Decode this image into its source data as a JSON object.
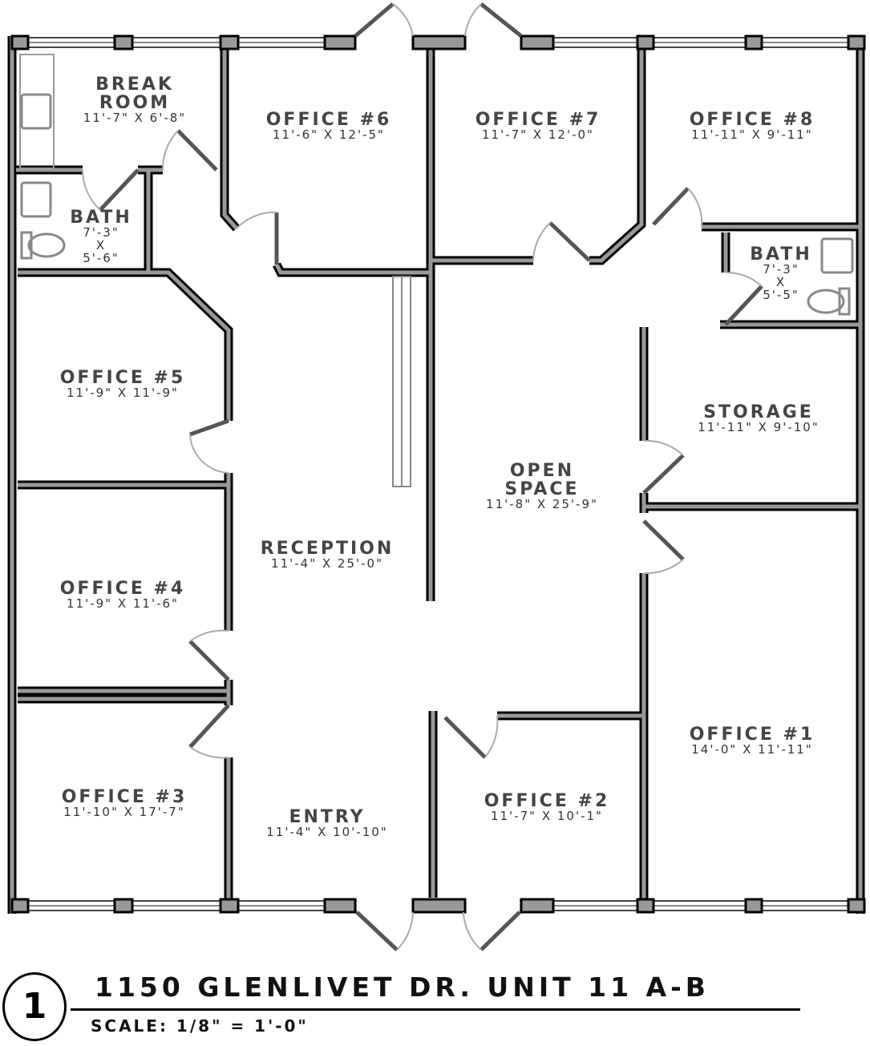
{
  "rooms": [
    {
      "id": "break-room",
      "name": "BREAK",
      "name2": "ROOM",
      "dim": "11'-7\" X 6'-8\""
    },
    {
      "id": "bath-left",
      "name": "BATH",
      "dim": "7'-3\"",
      "dim2": "X",
      "dim3": "5'-6\""
    },
    {
      "id": "office-6",
      "name": "OFFICE #6",
      "dim": "11'-6\" X 12'-5\""
    },
    {
      "id": "office-7",
      "name": "OFFICE #7",
      "dim": "11'-7\" X 12'-0\""
    },
    {
      "id": "office-8",
      "name": "OFFICE #8",
      "dim": "11'-11\" X 9'-11\""
    },
    {
      "id": "bath-right",
      "name": "BATH",
      "dim": "7'-3\"",
      "dim2": "X",
      "dim3": "5'-5\""
    },
    {
      "id": "office-5",
      "name": "OFFICE #5",
      "dim": "11'-9\" X 11'-9\""
    },
    {
      "id": "storage",
      "name": "STORAGE",
      "dim": "11'-11\" X 9'-10\""
    },
    {
      "id": "open-space",
      "name": "OPEN",
      "name2": "SPACE",
      "dim": "11'-8\" X 25'-9\""
    },
    {
      "id": "reception",
      "name": "RECEPTION",
      "dim": "11'-4\" X 25'-0\""
    },
    {
      "id": "office-4",
      "name": "OFFICE #4",
      "dim": "11'-9\" X 11'-6\""
    },
    {
      "id": "office-1",
      "name": "OFFICE #1",
      "dim": "14'-0\" X 11'-11\""
    },
    {
      "id": "office-3",
      "name": "OFFICE #3",
      "dim": "11'-10\" X 17'-7\""
    },
    {
      "id": "entry",
      "name": "ENTRY",
      "dim": "11'-4\" X 10'-10\""
    },
    {
      "id": "office-2",
      "name": "OFFICE #2",
      "dim": "11'-7\" X 10'-1\""
    }
  ],
  "title_block": {
    "number": "1",
    "title": "1150 GLENLIVET DR. UNIT 11 A-B",
    "scale": "SCALE: 1/8\" = 1'-0\""
  },
  "colors": {
    "wall_fill": "#999999",
    "wall_edge": "#000000",
    "door": "#555555",
    "arc": "#aaaaaa",
    "text": "#444444"
  }
}
